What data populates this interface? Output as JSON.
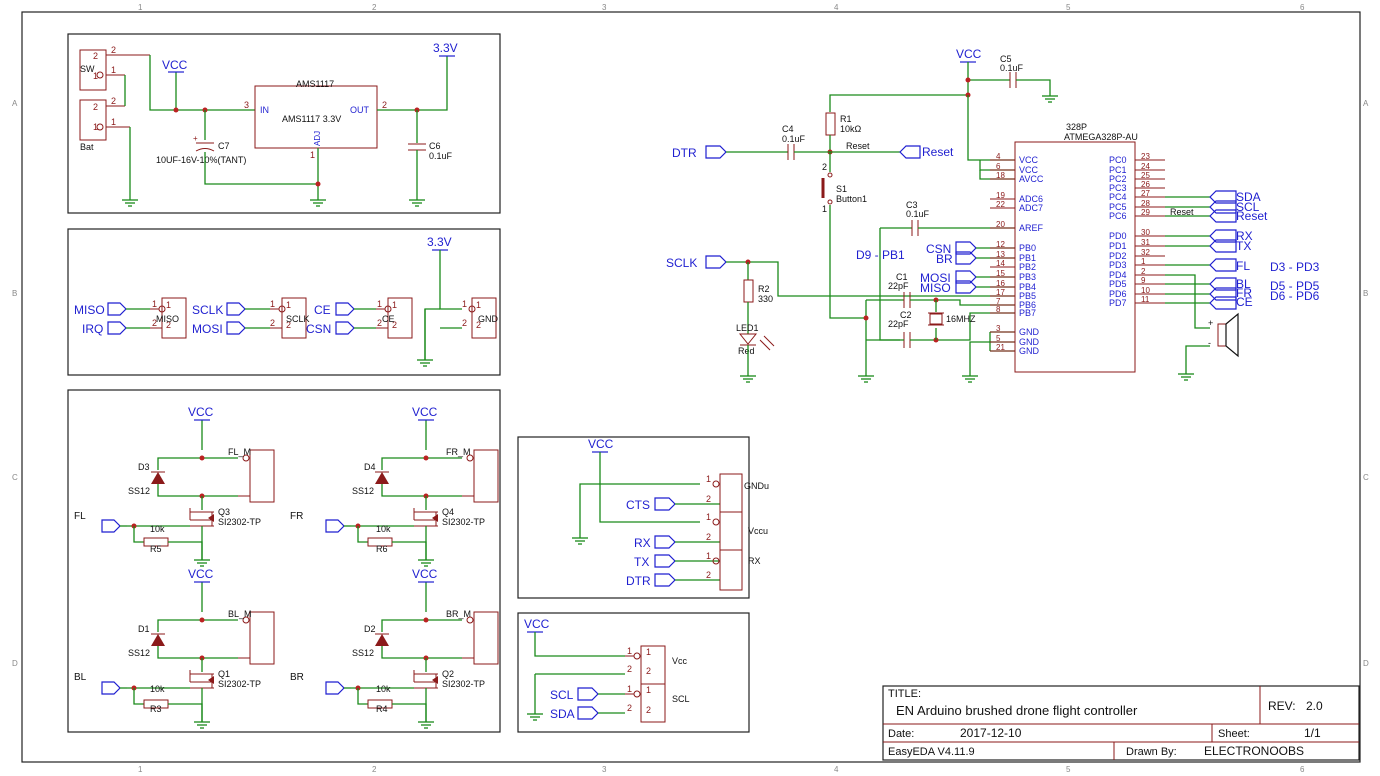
{
  "title_block": {
    "title_label": "TITLE:",
    "title": "EN Arduino brushed drone flight controller",
    "rev_label": "REV:",
    "rev": "2.0",
    "date_label": "Date:",
    "date": "2017-12-10",
    "sheet_label": "Sheet:",
    "sheet": "1/1",
    "tool": "EasyEDA V4.11.9",
    "drawn_label": "Drawn By:",
    "drawn_by": "ELECTRONOOBS"
  },
  "border_cols": [
    "1",
    "2",
    "3",
    "4",
    "5",
    "6"
  ],
  "border_rows": [
    "A",
    "B",
    "C",
    "D"
  ],
  "power": {
    "sw": "SW",
    "bat": "Bat",
    "vcc": "VCC",
    "v33": "3.3V",
    "reg_name": "AMS1117",
    "reg_value": "AMS1117 3.3V",
    "in": "IN",
    "out": "OUT",
    "adj": "ADJ",
    "c7": "C7",
    "c7_value": "10UF-16V-10%(TANT)",
    "c6": "C6",
    "c6_value": "0.1uF",
    "pin1": "1",
    "pin2": "2",
    "pin3": "3"
  },
  "radio": {
    "v33": "3.3V",
    "miso": "MISO",
    "irq": "IRQ",
    "sclk": "SCLK",
    "mosi": "MOSI",
    "ce": "CE",
    "csn": "CSN",
    "gnd": "GND",
    "hdr_miso": "MISO",
    "hdr_sclk": "SCLK",
    "hdr_ce": "CE",
    "hdr_gnd": "GND"
  },
  "motors": {
    "vcc": "VCC",
    "fl": {
      "net": "FL",
      "diode": "D3",
      "diode_value": "SS12",
      "hdr": "FL_M",
      "q": "Q3",
      "q_value": "SI2302-TP",
      "r": "R5",
      "r_value": "10k"
    },
    "fr": {
      "net": "FR",
      "diode": "D4",
      "diode_value": "SS12",
      "hdr": "FR_M",
      "q": "Q4",
      "q_value": "SI2302-TP",
      "r": "R6",
      "r_value": "10k"
    },
    "bl": {
      "net": "BL",
      "diode": "D1",
      "diode_value": "SS12",
      "hdr": "BL_M",
      "q": "Q1",
      "q_value": "SI2302-TP",
      "r": "R3",
      "r_value": "10k"
    },
    "br": {
      "net": "BR",
      "diode": "D2",
      "diode_value": "SS12",
      "hdr": "BR_M",
      "q": "Q2",
      "q_value": "SI2302-TP",
      "r": "R4",
      "r_value": "10k"
    }
  },
  "ftdi": {
    "vcc": "VCC",
    "cts": "CTS",
    "rx": "RX",
    "tx": "TX",
    "dtr": "DTR",
    "gndu": "GNDu",
    "vccu": "Vccu",
    "rx_pin": "RX"
  },
  "i2c": {
    "vcc": "VCC",
    "scl": "SCL",
    "sda": "SDA",
    "vcc_pin": "Vcc",
    "scl_pin": "SCL"
  },
  "mcu": {
    "name": "328P",
    "value": "ATMEGA328P-AU",
    "left_pins": [
      {
        "num": "4",
        "name": "VCC"
      },
      {
        "num": "6",
        "name": "VCC"
      },
      {
        "num": "18",
        "name": "AVCC"
      },
      {
        "num": "19",
        "name": "ADC6"
      },
      {
        "num": "22",
        "name": "ADC7"
      },
      {
        "num": "20",
        "name": "AREF"
      },
      {
        "num": "12",
        "name": "PB0"
      },
      {
        "num": "13",
        "name": "PB1"
      },
      {
        "num": "14",
        "name": "PB2"
      },
      {
        "num": "15",
        "name": "PB3"
      },
      {
        "num": "16",
        "name": "PB4"
      },
      {
        "num": "17",
        "name": "PB5"
      },
      {
        "num": "7",
        "name": "PB6"
      },
      {
        "num": "8",
        "name": "PB7"
      },
      {
        "num": "3",
        "name": "GND"
      },
      {
        "num": "5",
        "name": "GND"
      },
      {
        "num": "21",
        "name": "GND"
      }
    ],
    "right_pins": [
      {
        "num": "23",
        "name": "PC0"
      },
      {
        "num": "24",
        "name": "PC1"
      },
      {
        "num": "25",
        "name": "PC2"
      },
      {
        "num": "26",
        "name": "PC3"
      },
      {
        "num": "27",
        "name": "PC4"
      },
      {
        "num": "28",
        "name": "PC5"
      },
      {
        "num": "29",
        "name": "PC6"
      },
      {
        "num": "30",
        "name": "PD0"
      },
      {
        "num": "31",
        "name": "PD1"
      },
      {
        "num": "32",
        "name": "PD2"
      },
      {
        "num": "1",
        "name": "PD3"
      },
      {
        "num": "2",
        "name": "PD4"
      },
      {
        "num": "9",
        "name": "PD5"
      },
      {
        "num": "10",
        "name": "PD6"
      },
      {
        "num": "11",
        "name": "PD7"
      }
    ],
    "vcc": "VCC",
    "c5": "C5",
    "c5_value": "0.1uF",
    "r1": "R1",
    "r1_value": "10kΩ",
    "c4": "C4",
    "c4_value": "0.1uF",
    "reset_net": "Reset",
    "reset_flag": "Reset",
    "reset_pc6": "Reset",
    "dtr": "DTR",
    "s1": "S1",
    "s1_value": "Button1",
    "s1_p2": "2",
    "s1_p1": "1",
    "c3": "C3",
    "c3_value": "0.1uF",
    "sclk": "SCLK",
    "r2": "R2",
    "r2_value": "330",
    "led": "LED1",
    "led_value": "Red",
    "c1": "C1",
    "c1_value": "22pF",
    "c2": "C2",
    "c2_value": "22pF",
    "xtal": "16MHZ",
    "pb1_note": "D9 - PB1",
    "csn": "CSN",
    "br": "BR",
    "mosi": "MOSI",
    "miso": "MISO",
    "sda": "SDA",
    "scl": "SCL",
    "rx": "RX",
    "tx": "TX",
    "fl": "FL",
    "bl": "BL",
    "fr": "FR",
    "ce": "CE",
    "pd3_note": "D3 - PD3",
    "pd5_note": "D5 - PD5",
    "pd6_note": "D6 - PD6",
    "plus": "+",
    "minus": "-"
  }
}
